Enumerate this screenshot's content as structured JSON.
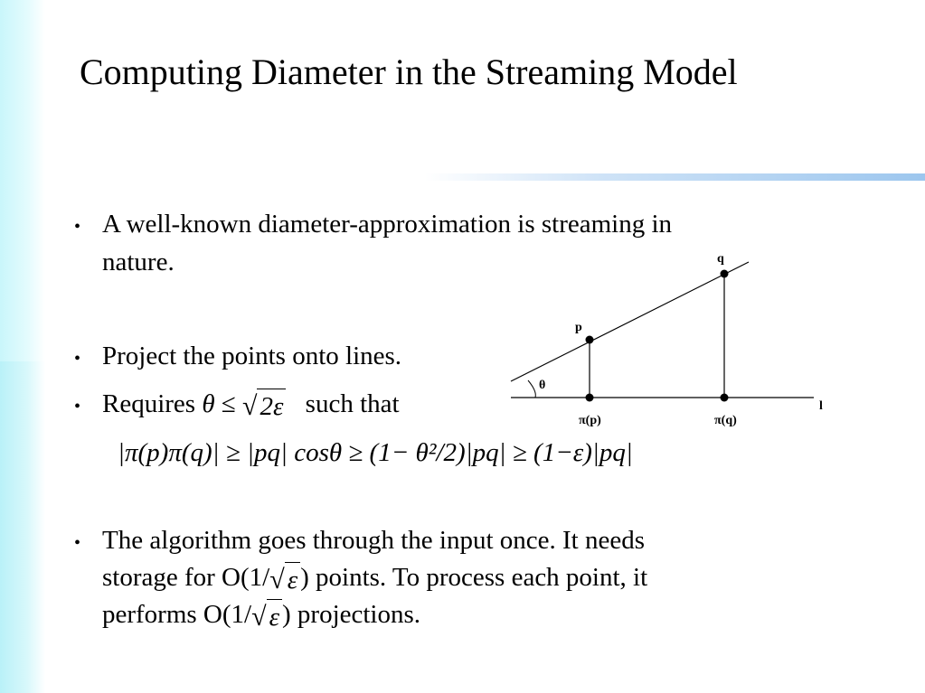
{
  "title": "Computing Diameter in the Streaming Model",
  "bullets": {
    "b1_line1": "A well-known diameter-approximation is streaming in",
    "b1_line2": "nature.",
    "b2": "Project the points onto lines.",
    "b3_prefix": "Requires",
    "b3_theta": "θ",
    "b3_leq": "≤",
    "b3_sqrt": "2ε",
    "b3_suffix": "such that",
    "b4_line1": "The algorithm goes through the input once. It needs",
    "b4_line2_prefix": "storage for O(1/",
    "b4_line2_sqrt": "ε",
    "b4_line2_suffix": ") points. To process each point, it",
    "b4_line3_prefix": "performs O(1/",
    "b4_line3_sqrt": "ε",
    "b4_line3_suffix": ") projections."
  },
  "formula": "|π(p)π(q)| ≥ |pq| cosθ ≥ (1− θ²/2)|pq| ≥ (1−ε)|pq|",
  "diagram": {
    "label_q": "q",
    "label_p": "p",
    "label_theta": "θ",
    "label_pi_p": "π(p)",
    "label_pi_q": "π(q)",
    "label_l": "l"
  }
}
